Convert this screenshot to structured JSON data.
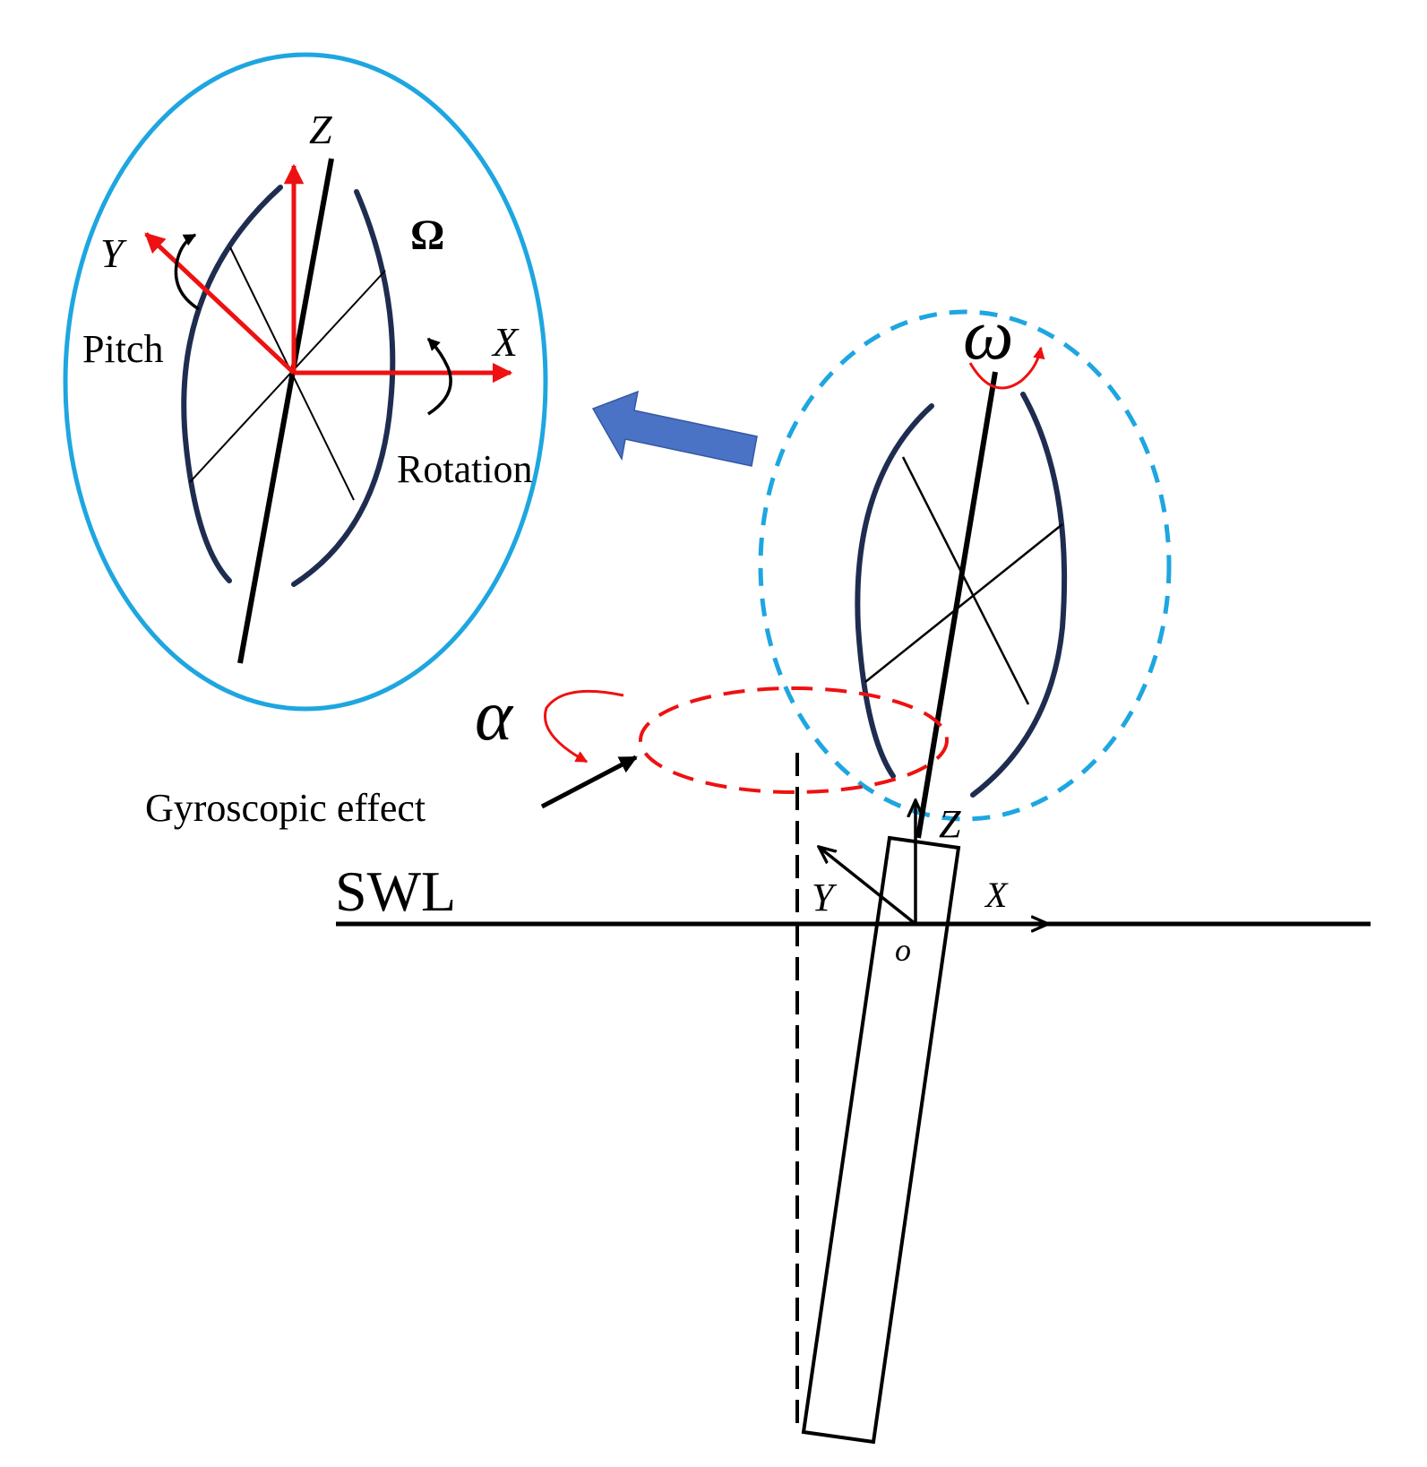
{
  "colors": {
    "axis_red": "#ee1111",
    "ellipse_blue": "#1ea6e0",
    "rotor_navy": "#1e2d4f",
    "arrow_blue": "#4a72c5",
    "black": "#000000"
  },
  "labels": {
    "inset_z": "Z",
    "inset_y": "Y",
    "inset_x": "X",
    "omega_upper": "Ω",
    "pitch": "Pitch",
    "rotation": "Rotation",
    "omega_lower": "ω",
    "alpha": "α",
    "gyroscopic_effect": "Gyroscopic effect",
    "swl": "SWL",
    "main_z": "Z",
    "main_y": "Y",
    "main_x": "X",
    "origin": "o"
  }
}
